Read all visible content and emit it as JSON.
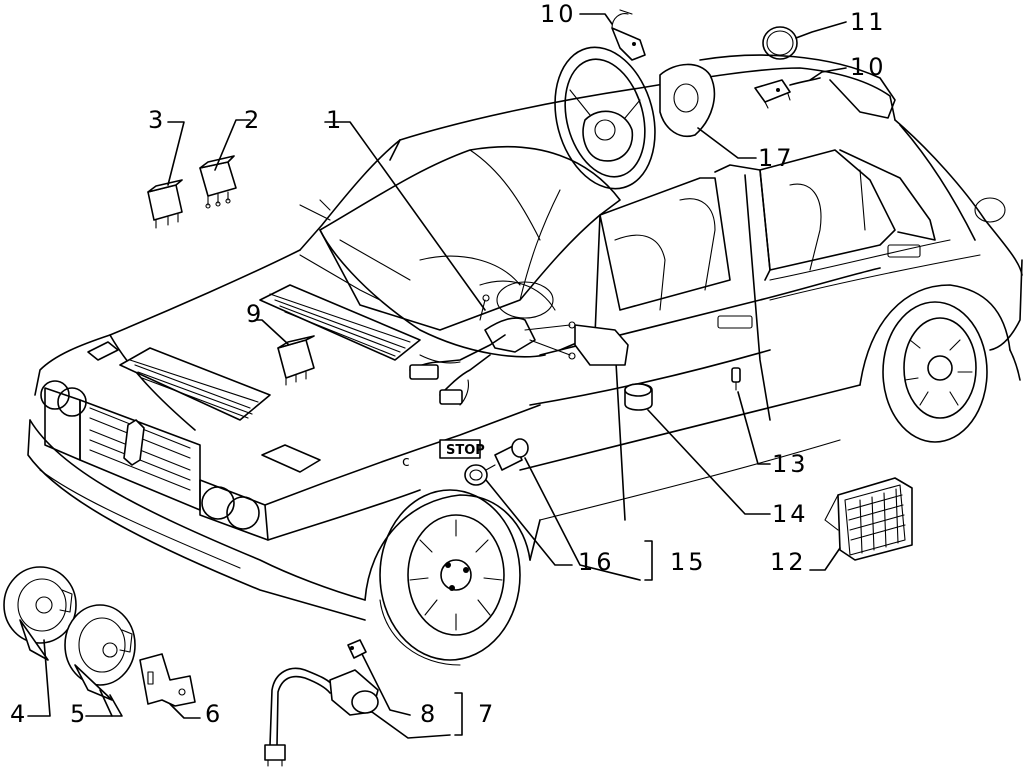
{
  "callouts": [
    {
      "id": "c1",
      "text": "1"
    },
    {
      "id": "c2",
      "text": "2"
    },
    {
      "id": "c3",
      "text": "3"
    },
    {
      "id": "c4",
      "text": "4"
    },
    {
      "id": "c5",
      "text": "5"
    },
    {
      "id": "c6",
      "text": "6"
    },
    {
      "id": "c7",
      "text": "7"
    },
    {
      "id": "c8",
      "text": "8"
    },
    {
      "id": "c9",
      "text": "9"
    },
    {
      "id": "c10a",
      "text": "10"
    },
    {
      "id": "c10b",
      "text": "10"
    },
    {
      "id": "c11",
      "text": "11"
    },
    {
      "id": "c12",
      "text": "12"
    },
    {
      "id": "c13",
      "text": "13"
    },
    {
      "id": "c14",
      "text": "14"
    },
    {
      "id": "c15",
      "text": "15"
    },
    {
      "id": "c16",
      "text": "16"
    },
    {
      "id": "c17",
      "text": "17"
    }
  ],
  "stop_label": "STOP",
  "badge_letter": "c"
}
